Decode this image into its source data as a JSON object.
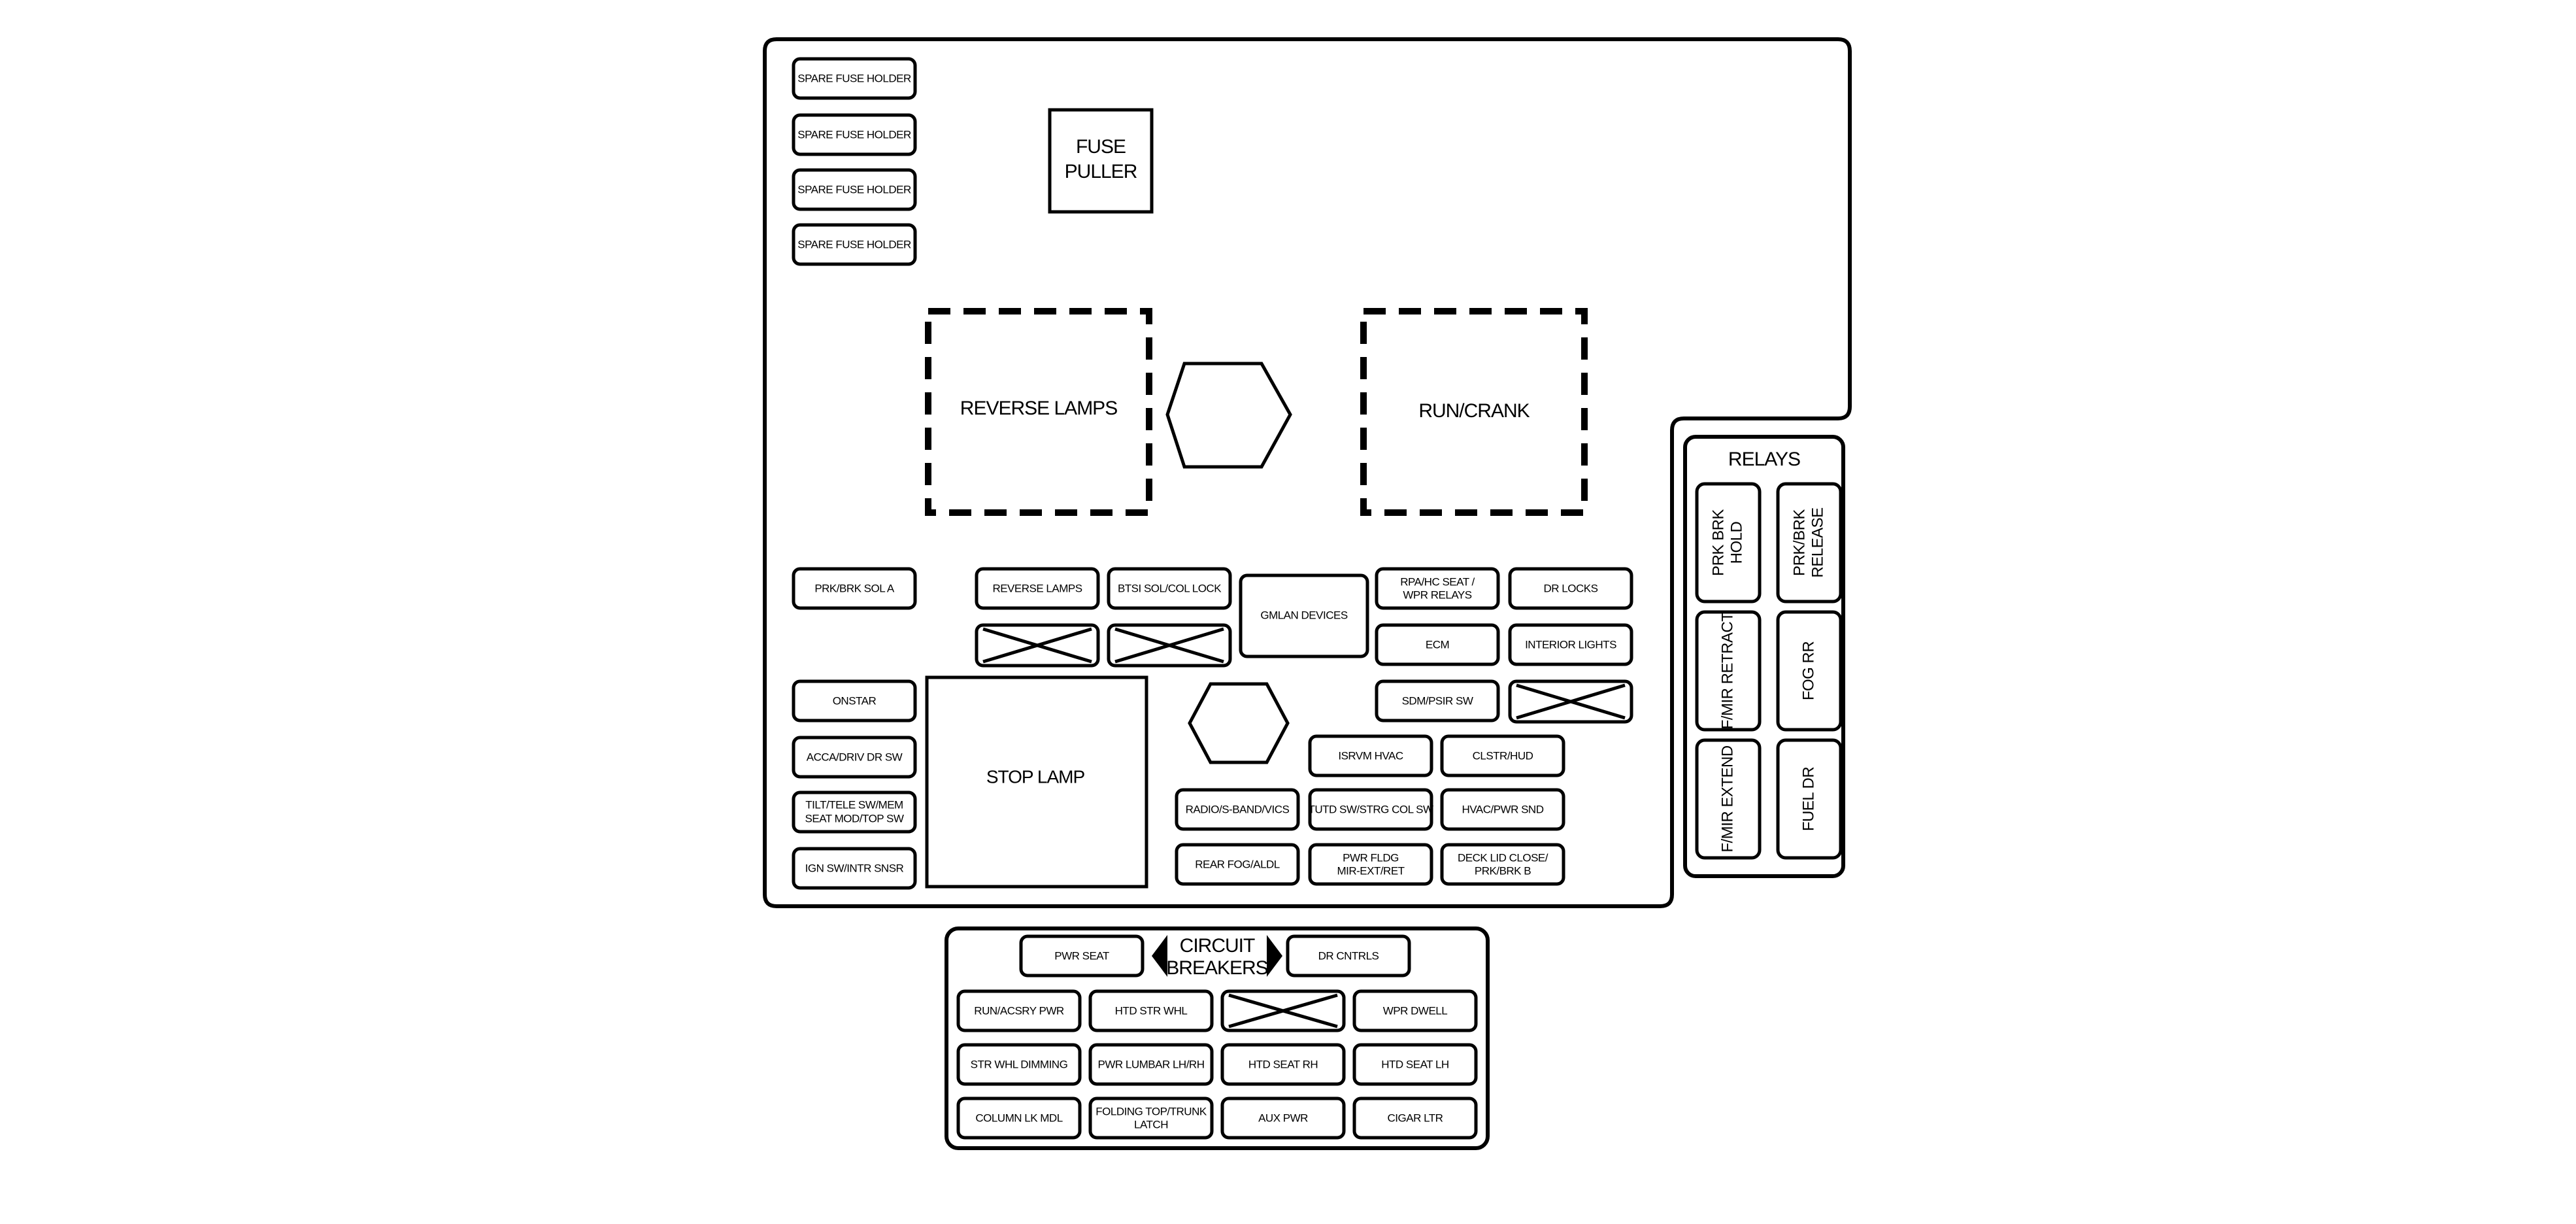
{
  "panel": {
    "spare_fuse_holders": [
      "SPARE FUSE HOLDER",
      "SPARE FUSE HOLDER",
      "SPARE FUSE HOLDER",
      "SPARE FUSE HOLDER"
    ],
    "fuse_puller": [
      "FUSE",
      "PULLER"
    ],
    "reverse_lamps_relay": "REVERSE LAMPS",
    "run_crank_relay": "RUN/CRANK",
    "stop_lamp": "STOP LAMP",
    "fuses": {
      "prk_brk_sol_a": "PRK/BRK SOL A",
      "reverse_lamps": "REVERSE LAMPS",
      "btsi_sol_col_lock": "BTSI SOL/COL LOCK",
      "gmlan_devices": "GMLAN DEVICES",
      "rpa_hc_seat": [
        "RPA/HC SEAT /",
        "WPR RELAYS"
      ],
      "dr_locks": "DR LOCKS",
      "ecm": "ECM",
      "interior_lights": "INTERIOR LIGHTS",
      "sdm_psir_sw": "SDM/PSIR SW",
      "onstar": "ONSTAR",
      "acca_driv_dr_sw": "ACCA/DRIV DR SW",
      "tilt_tele": [
        "TILT/TELE SW/MEM",
        "SEAT MOD/TOP SW"
      ],
      "ign_sw_intr_snsr": "IGN SW/INTR SNSR",
      "isrvm_hvac": "ISRVM HVAC",
      "clstr_hud": "CLSTR/HUD",
      "radio_s_band": "RADIO/S-BAND/VICS",
      "tutd_sw": "TUTD SW/STRG COL SW",
      "hvac_pwr_snd": "HVAC/PWR SND",
      "rear_fog_aldl": "REAR FOG/ALDL",
      "pwr_fldg": [
        "PWR FLDG",
        "MIR-EXT/RET"
      ],
      "deck_lid_close": [
        "DECK LID CLOSE/",
        "PRK/BRK B"
      ]
    }
  },
  "relays": {
    "title": "RELAYS",
    "prk_brk_hold": [
      "PRK BRK",
      "HOLD"
    ],
    "prk_brk_release": [
      "PRK/BRK",
      "RELEASE"
    ],
    "f_mir_retract": "F/MIR RETRACT",
    "fog_rr": "FOG RR",
    "f_mir_extend": "F/MIR EXTEND",
    "fuel_dr": "FUEL DR"
  },
  "circuit_breakers": {
    "title": [
      "CIRCUIT",
      "BREAKERS"
    ],
    "pwr_seat": "PWR SEAT",
    "dr_cntrls": "DR CNTRLS",
    "run_acsry_pwr": "RUN/ACSRY PWR",
    "htd_str_whl": "HTD STR WHL",
    "wpr_dwell": "WPR DWELL",
    "str_whl_dimming": "STR WHL DIMMING",
    "pwr_lumbar": "PWR LUMBAR LH/RH",
    "htd_seat_rh": "HTD SEAT RH",
    "htd_seat_lh": "HTD SEAT LH",
    "column_lk_mdl": "COLUMN LK MDL",
    "folding_top": [
      "FOLDING TOP/TRUNK",
      "LATCH"
    ],
    "aux_pwr": "AUX PWR",
    "cigar_ltr": "CIGAR LTR"
  }
}
